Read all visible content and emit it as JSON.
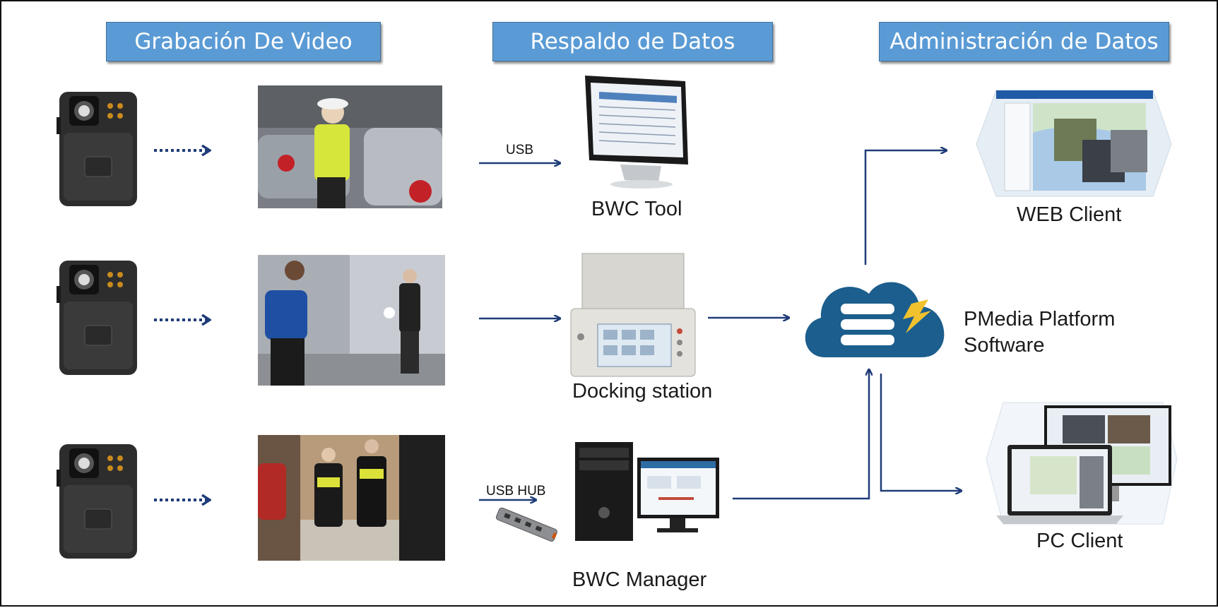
{
  "headers": {
    "recording": "Grabación De Video",
    "backup": "Respaldo de Datos",
    "management": "Administración de Datos"
  },
  "connectors": {
    "usb": "USB",
    "usb_hub": "USB HUB"
  },
  "devices": {
    "bwc_tool": "BWC Tool",
    "docking_station": "Docking station",
    "bwc_manager": "BWC Manager"
  },
  "platform": {
    "line1": "PMedia Platform",
    "line2": "Software"
  },
  "clients": {
    "web": "WEB Client",
    "pc": "PC Client"
  },
  "colors": {
    "header_bg": "#5b9bd5",
    "arrow": "#1f3c78",
    "cloud": "#1c5e8d",
    "bolt": "#f2c12e"
  }
}
